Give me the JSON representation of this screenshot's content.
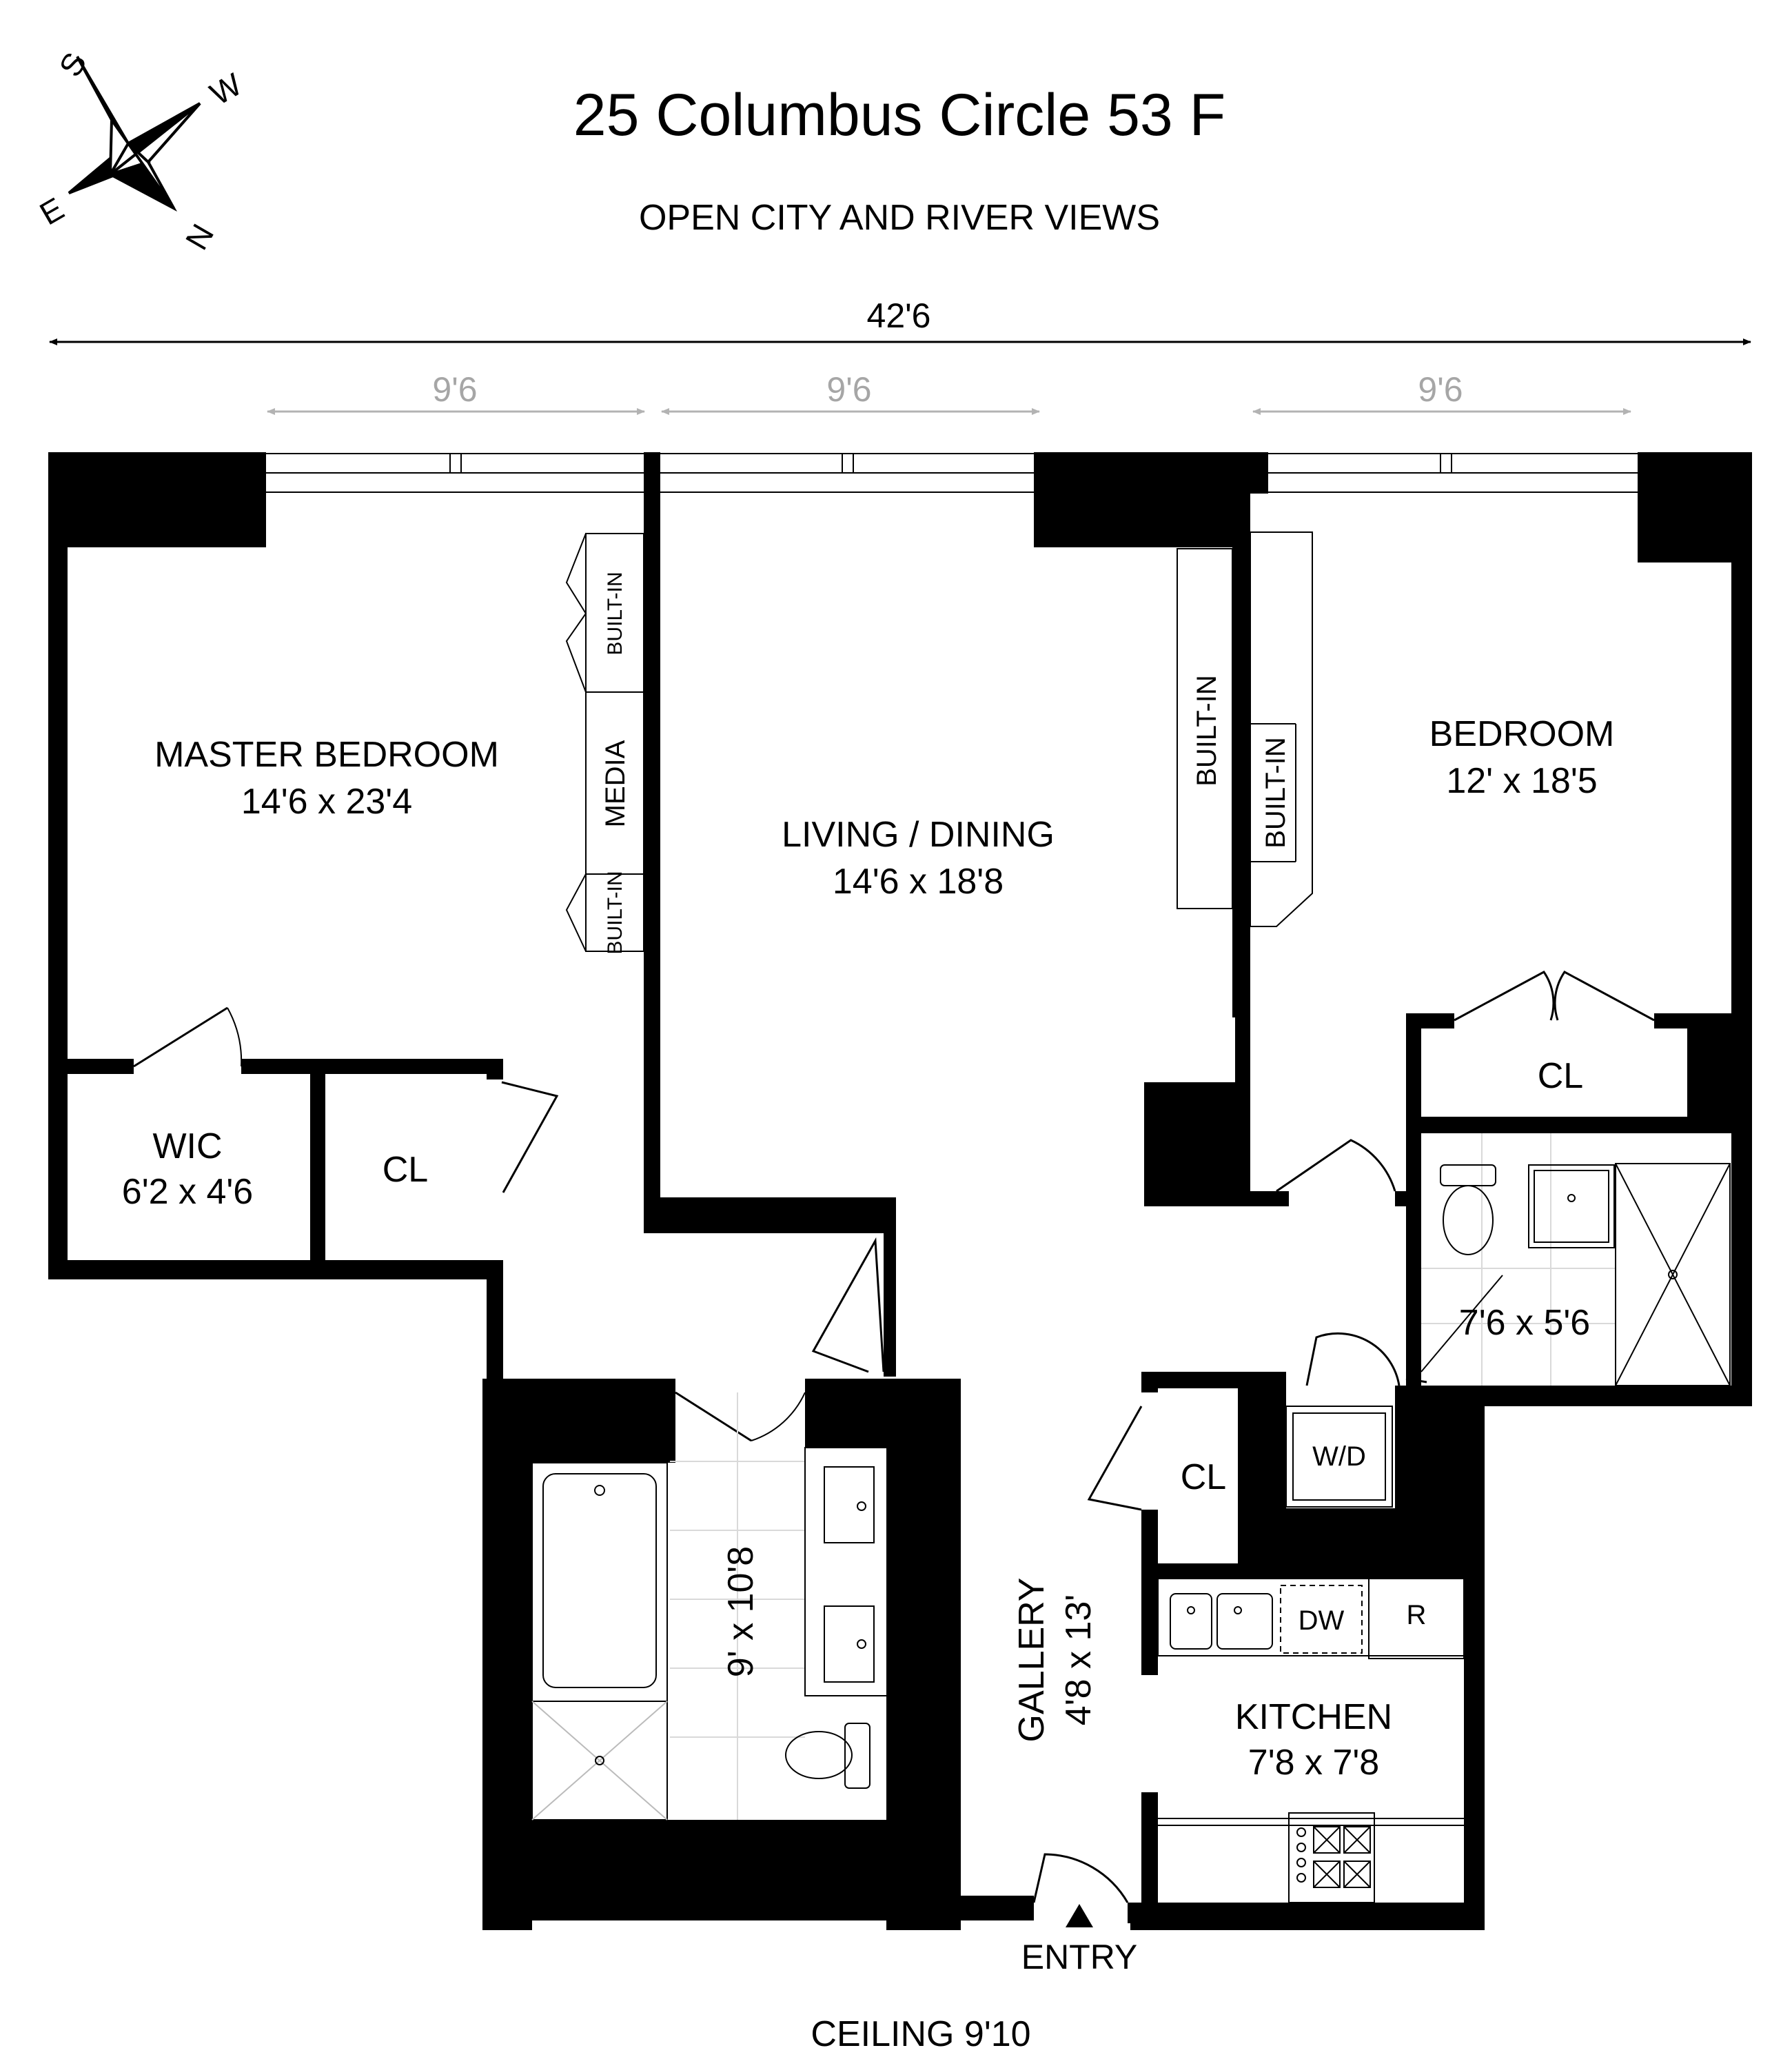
{
  "header": {
    "title": "25 Columbus Circle 53 F",
    "subtitle": "OPEN CITY AND RIVER VIEWS"
  },
  "compass": {
    "labels": {
      "top": "S",
      "right": "W",
      "bottom": "N",
      "left": "E"
    }
  },
  "dimensions": {
    "overall_width": "42'6",
    "window_spans": [
      "9'6",
      "9'6",
      "9'6"
    ]
  },
  "rooms": {
    "master_bedroom": {
      "name": "MASTER BEDROOM",
      "size": "14'6 x 23'4"
    },
    "living_dining": {
      "name": "LIVING / DINING",
      "size": "14'6 x 18'8"
    },
    "bedroom": {
      "name": "BEDROOM",
      "size": "12' x 18'5"
    },
    "wic": {
      "name": "WIC",
      "size": "6'2 x 4'6"
    },
    "master_closet": {
      "name": "CL"
    },
    "bedroom_closet": {
      "name": "CL"
    },
    "gallery_closet": {
      "name": "CL"
    },
    "bath_2": {
      "size": "7'6 x 5'6"
    },
    "master_bath": {
      "size": "9' x 10'8"
    },
    "gallery": {
      "name": "GALLERY",
      "size": "4'8 x 13'"
    },
    "kitchen": {
      "name": "KITCHEN",
      "size": "7'8 x 7'8"
    }
  },
  "fixtures": {
    "built_in": "BUILT-IN",
    "media": "MEDIA",
    "washer_dryer": "W/D",
    "dishwasher": "DW",
    "refrigerator": "R"
  },
  "footer": {
    "entry": "ENTRY",
    "ceiling": "CEILING 9'10"
  }
}
